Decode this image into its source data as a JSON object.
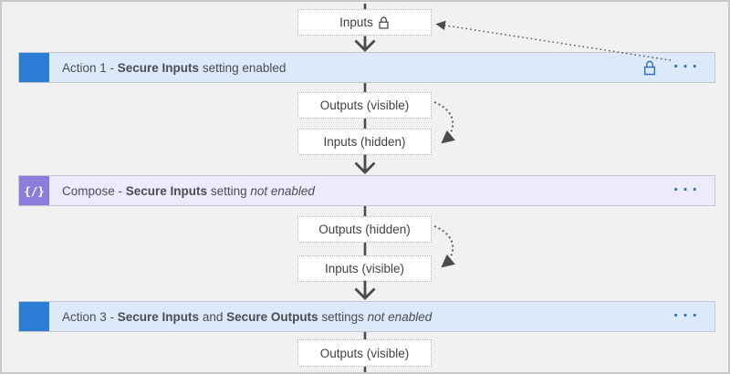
{
  "canvas": {
    "background": "#f1f1f2",
    "border_color": "#c9c9c9"
  },
  "icons": {
    "more_options_glyph": "···",
    "compose_glyph": "{/}"
  },
  "nodes": {
    "inputs_top": "Inputs",
    "outputs_visible_1": "Outputs (visible)",
    "inputs_hidden": "Inputs (hidden)",
    "outputs_hidden": "Outputs (hidden)",
    "inputs_visible": "Inputs (visible)",
    "outputs_visible_2": "Outputs (visible)"
  },
  "bars": {
    "action1": {
      "prefix": "Action 1 - ",
      "bold1": "Secure Inputs",
      "suffix": " setting enabled"
    },
    "compose": {
      "prefix": "Compose - ",
      "bold1": "Secure Inputs",
      "mid": " setting ",
      "italic": "not enabled"
    },
    "action3": {
      "prefix": "Action 3 - ",
      "bold1": "Secure Inputs",
      "mid1": " and ",
      "bold2": "Secure Outputs",
      "mid2": " settings ",
      "italic": "not enabled"
    }
  },
  "colors": {
    "action_bar_bg": "#dbe9f8",
    "action_icon_blue": "#2b7cd3",
    "compose_bar_bg": "#edeafb",
    "compose_icon_purple": "#8a7ddb",
    "lock_and_ellipsis_blue": "#2b6fc1",
    "connector_gray": "#4b4b4b"
  }
}
